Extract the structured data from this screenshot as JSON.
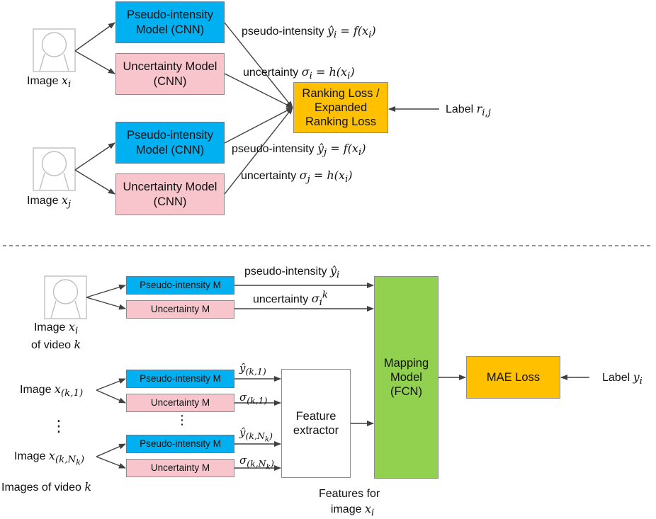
{
  "top": {
    "pair_i": {
      "image_label": "Image",
      "image_var": "x",
      "image_sub": "i",
      "pseudo_model": "Pseudo-intensity Model (CNN)",
      "uncert_model": "Uncertainty Model (CNN)",
      "pseudo_label": "pseudo-intensity",
      "pseudo_eq": "ŷ",
      "pseudo_eq_sub": "i",
      "pseudo_fn": "= f(x",
      "pseudo_fn_sub": "i",
      "uncert_label": "uncertainty",
      "uncert_eq": "σ",
      "uncert_eq_sub": "i",
      "uncert_fn": "= h(x",
      "uncert_fn_sub": "i"
    },
    "pair_j": {
      "image_label": "Image",
      "image_var": "x",
      "image_sub": "j",
      "pseudo_model": "Pseudo-intensity Model (CNN)",
      "uncert_model": "Uncertainty Model (CNN)",
      "pseudo_label": "pseudo-intensity",
      "pseudo_eq": "ŷ",
      "pseudo_eq_sub": "j",
      "pseudo_fn": "= f(x",
      "pseudo_fn_sub": "i",
      "uncert_label": "uncertainty",
      "uncert_eq": "σ",
      "uncert_eq_sub": "j",
      "uncert_fn": "= h(x",
      "uncert_fn_sub": "i"
    },
    "loss": "Ranking Loss / Expanded Ranking Loss",
    "label_text": "Label",
    "label_var": "r",
    "label_sub": "i,j"
  },
  "bottom": {
    "video_image": {
      "line1": "Image",
      "var": "x",
      "sub": "i",
      "line2": "of video",
      "video_var": "k",
      "pseudo_model": "Pseudo-intensity M",
      "uncert_model": "Uncertainty M",
      "pseudo_label": "pseudo-intensity",
      "pseudo_var": "ŷ",
      "pseudo_sub": "i",
      "uncert_label": "uncertainty",
      "uncert_var": "σ",
      "uncert_sub": "i",
      "uncert_sup": "k"
    },
    "frames": {
      "first_label": "Image",
      "first_var": "x",
      "first_sub": "(k,1)",
      "last_label": "Image",
      "last_var": "x",
      "last_sub": "(k,N",
      "last_sub2": "k",
      "last_sub_close": ")",
      "pseudo_model": "Pseudo-intensity M",
      "uncert_model": "Uncertainty M",
      "y1_var": "ŷ",
      "y1_sub": "(k,1)",
      "s1_var": "σ",
      "s1_sub": "(k,1)",
      "yn_var": "ŷ",
      "yn_sub": "(k,N",
      "sn_var": "σ",
      "sn_sub": "(k,N",
      "n_sub2": "k",
      "n_close": ")",
      "vdots": "⋮",
      "caption_label": "Images of video",
      "caption_var": "k"
    },
    "feature_extractor": "Feature extractor",
    "features_caption_line1": "Features for",
    "features_caption_line2": "image",
    "features_var": "x",
    "features_sub": "i",
    "mapping_model": "Mapping Model (FCN)",
    "mae_loss": "MAE Loss",
    "label_text": "Label",
    "label_var": "y",
    "label_sub": "i"
  },
  "colors": {
    "pseudo": "#00b0f0",
    "uncertainty": "#f8c5cc",
    "loss": "#ffc000",
    "mapping": "#92d050",
    "arrow": "#404040",
    "divider": "#555555"
  }
}
